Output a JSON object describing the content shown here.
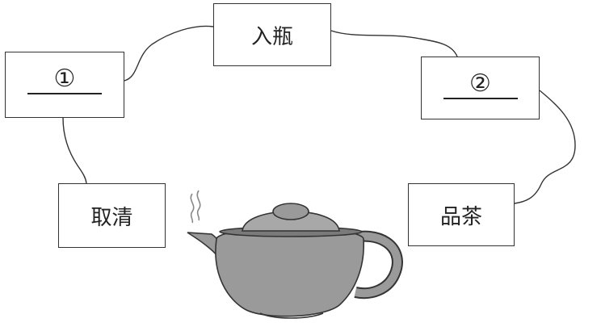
{
  "steps": {
    "top": "入瓶",
    "blank1": "①",
    "blank2": "②",
    "left_bottom": "取清",
    "right_bottom": "品茶"
  }
}
